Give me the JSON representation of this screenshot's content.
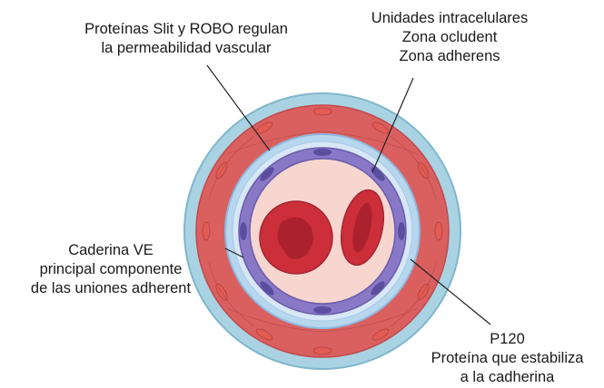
{
  "labels": {
    "slit_robo": [
      "Proteínas Slit y ROBO regulan",
      "la permeabilidad vascular"
    ],
    "intracellular": [
      "Unidades intracelulares",
      "Zona ocludent",
      "Zona adherens"
    ],
    "cadherin_ve": [
      "Caderina VE",
      "principal componente",
      "de las uniones adherent"
    ],
    "p120": [
      "P120",
      "Proteína que estabiliza",
      "a la cadherina"
    ]
  },
  "colors": {
    "adventitia": "#a9d3e3",
    "media": "#d9605f",
    "media_cell": "#e35b52",
    "elastic_layer": "#b7d7ef",
    "endothelium": "#8878c6",
    "endothelial_nucleus": "#5b4ea0",
    "lumen": "#f7d6d0",
    "erythrocyte": "#cc2f3a",
    "erythrocyte_center": "#a51f2c",
    "pointer": "#222222"
  }
}
